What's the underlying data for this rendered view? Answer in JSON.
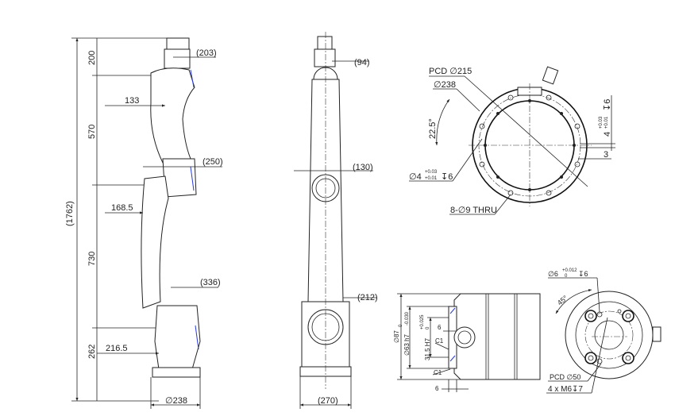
{
  "side_view": {
    "total_height": "(1762)",
    "seg_200": "200",
    "seg_570": "570",
    "seg_730": "730",
    "seg_262": "262",
    "wrist_offset": "(203)",
    "upper_offset": "133",
    "elbow_offset": "(250)",
    "lower_offset": "168.5",
    "base_offset": "(336)",
    "base_left": "216.5",
    "base_diameter": "∅238"
  },
  "front_view": {
    "wrist_width": "(94)",
    "elbow_width": "(130)",
    "shoulder_width": "(212)",
    "base_width": "(270)"
  },
  "flange_view": {
    "pcd": "PCD ∅215",
    "outer_diameter": "∅238",
    "angle": "22.5°",
    "pin_hole": "∅4",
    "pin_tol_upper": "+0.03",
    "pin_tol_lower": "+0.01",
    "pin_depth": "↧6",
    "slot_width": "4",
    "slot_tol_upper": "+0.03",
    "slot_tol_lower": "+0.01",
    "slot_depth": "↧6",
    "slot_offset": "3",
    "thru_holes": "8-∅9 THRU"
  },
  "tool_side_view": {
    "outer_diameter": "∅87",
    "spigot": "∅63 h7",
    "spigot_tol_upper": "0",
    "spigot_tol_lower": "-0.030",
    "bore": "31.5 H7",
    "bore_tol_upper": "+0.025",
    "bore_tol_lower": "0",
    "bore_depth": "6",
    "chamfer_1": "C1",
    "chamfer_2": "C1",
    "spigot_depth": "6"
  },
  "tool_end_view": {
    "pin_hole": "∅6",
    "pin_tol_upper": "+0.012",
    "pin_tol_lower": "0",
    "pin_depth": "↧6",
    "angle": "45°",
    "pcd": "PCD ∅50",
    "threads": "4 x M6↧7"
  }
}
